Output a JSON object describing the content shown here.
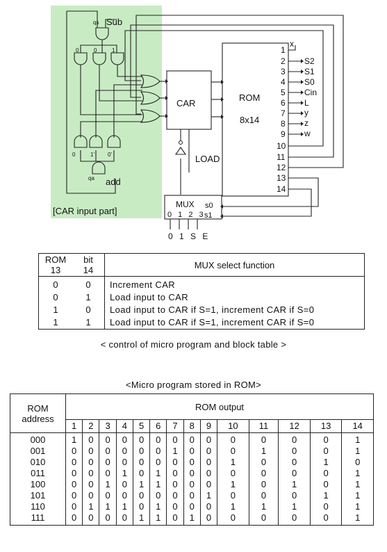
{
  "diagram": {
    "region_label": "[CAR  input part]",
    "sub_label": "Sub",
    "add_label": "add",
    "qs_label": "qs",
    "qa_label": "qa",
    "car_label": "CAR",
    "rom_label": "ROM",
    "rom_size": "8x14",
    "load_label": "LOAD",
    "mux_label": "MUX",
    "mux_s0": "s0",
    "mux_s1": "s1",
    "mux_inputs": "0 1 2 3",
    "mux_input_names": "0 1 S E",
    "top_gate_inputs": [
      "0",
      "0",
      "1"
    ],
    "bottom_gate_inputs": [
      "0",
      "1'",
      "0'"
    ],
    "rom_ports": [
      "1",
      "2",
      "3",
      "4",
      "5",
      "6",
      "7",
      "8",
      "9",
      "10",
      "11",
      "12",
      "13",
      "14"
    ],
    "rom_outputs": [
      "x",
      "S2",
      "S1",
      "S0",
      "Cin",
      "L",
      "y",
      "z",
      "w"
    ]
  },
  "mux_table": {
    "headers": {
      "rom": "ROM",
      "bit": "bit",
      "col13": "13",
      "col14": "14",
      "function": "MUX select function"
    },
    "rows": [
      {
        "b13": "0",
        "b14": "0",
        "fn": "Increment CAR"
      },
      {
        "b13": "0",
        "b14": "1",
        "fn": "Load  input  to  CAR"
      },
      {
        "b13": "1",
        "b14": "0",
        "fn": "Load  input  to  CAR  if  S=1,  increment  CAR  if  S=0"
      },
      {
        "b13": "1",
        "b14": "1",
        "fn": "Load  input  to  CAR  if  S=1,  increment  CAR  if  S=0"
      }
    ],
    "caption": "< control of micro program and block table >"
  },
  "rom_table": {
    "caption": "<Micro program stored in ROM>",
    "address_header": "ROM address",
    "output_header": "ROM  output",
    "bits": [
      "1",
      "2",
      "3",
      "4",
      "5",
      "6",
      "7",
      "8",
      "9",
      "10",
      "11",
      "12",
      "13",
      "14"
    ],
    "rows": [
      {
        "addr": "000",
        "values": [
          "1",
          "0",
          "0",
          "0",
          "0",
          "0",
          "0",
          "0",
          "0",
          "0",
          "0",
          "0",
          "0",
          "1"
        ]
      },
      {
        "addr": "001",
        "values": [
          "0",
          "0",
          "0",
          "0",
          "0",
          "0",
          "1",
          "0",
          "0",
          "0",
          "1",
          "0",
          "0",
          "1"
        ]
      },
      {
        "addr": "010",
        "values": [
          "0",
          "0",
          "0",
          "0",
          "0",
          "0",
          "0",
          "0",
          "0",
          "1",
          "0",
          "0",
          "1",
          "0"
        ]
      },
      {
        "addr": "011",
        "values": [
          "0",
          "0",
          "0",
          "1",
          "0",
          "1",
          "0",
          "0",
          "0",
          "0",
          "0",
          "0",
          "0",
          "1"
        ]
      },
      {
        "addr": "100",
        "values": [
          "0",
          "0",
          "1",
          "0",
          "1",
          "1",
          "0",
          "0",
          "0",
          "1",
          "0",
          "1",
          "0",
          "1"
        ]
      },
      {
        "addr": "101",
        "values": [
          "0",
          "0",
          "0",
          "0",
          "0",
          "0",
          "0",
          "0",
          "1",
          "0",
          "0",
          "0",
          "1",
          "1"
        ]
      },
      {
        "addr": "110",
        "values": [
          "0",
          "1",
          "1",
          "1",
          "0",
          "1",
          "0",
          "0",
          "0",
          "1",
          "1",
          "1",
          "0",
          "1"
        ]
      },
      {
        "addr": "111",
        "values": [
          "0",
          "0",
          "0",
          "0",
          "1",
          "1",
          "0",
          "1",
          "0",
          "0",
          "0",
          "0",
          "0",
          "1"
        ]
      }
    ]
  }
}
